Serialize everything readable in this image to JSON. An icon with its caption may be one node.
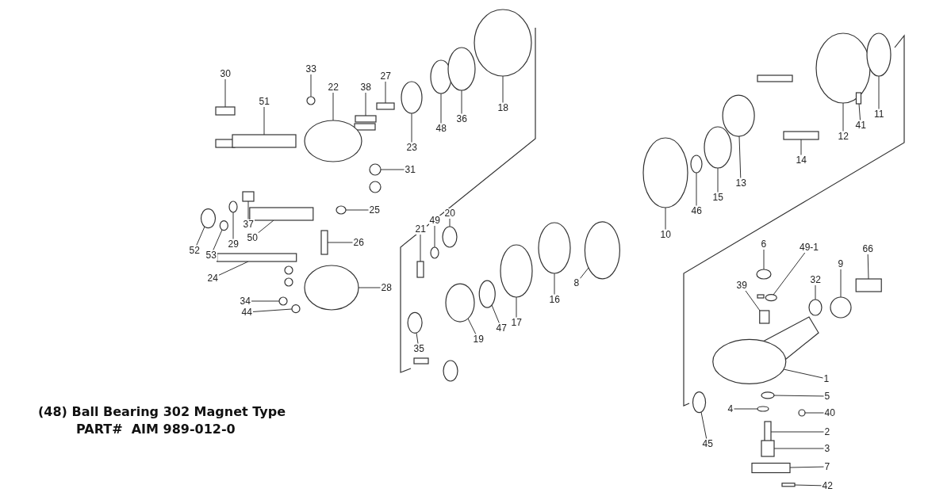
{
  "diagram": {
    "nodes": [
      {
        "text": [
          "30"
        ]
      },
      {
        "text": [
          "33"
        ]
      },
      {
        "text": [
          "22"
        ]
      },
      {
        "text": [
          "38"
        ]
      },
      {
        "text": [
          "27"
        ]
      },
      {
        "text": [
          "51"
        ]
      },
      {
        "text": [
          "23"
        ]
      },
      {
        "text": [
          "48"
        ]
      },
      {
        "text": [
          "36"
        ]
      },
      {
        "text": [
          "18"
        ]
      },
      {
        "text": [
          "31"
        ]
      },
      {
        "text": [
          "25"
        ]
      },
      {
        "text": [
          "26"
        ]
      },
      {
        "text": [
          "37"
        ]
      },
      {
        "text": [
          "50"
        ]
      },
      {
        "text": [
          "52"
        ]
      },
      {
        "text": [
          "53"
        ]
      },
      {
        "text": [
          "29"
        ]
      },
      {
        "text": [
          "24"
        ]
      },
      {
        "text": [
          "28"
        ]
      },
      {
        "text": [
          "34"
        ]
      },
      {
        "text": [
          "44"
        ]
      },
      {
        "text": [
          "21"
        ]
      },
      {
        "text": [
          "49"
        ]
      },
      {
        "text": [
          "20"
        ]
      },
      {
        "text": [
          "35"
        ]
      },
      {
        "text": [
          "19"
        ]
      },
      {
        "text": [
          "47"
        ]
      },
      {
        "text": [
          "17"
        ]
      },
      {
        "text": [
          "16"
        ]
      },
      {
        "text": [
          "8"
        ]
      },
      {
        "text": [
          "10"
        ]
      },
      {
        "text": [
          "46"
        ]
      },
      {
        "text": [
          "15"
        ]
      },
      {
        "text": [
          "13"
        ]
      },
      {
        "text": [
          "14"
        ]
      },
      {
        "text": [
          "12"
        ]
      },
      {
        "text": [
          "41"
        ]
      },
      {
        "text": [
          "11"
        ]
      },
      {
        "text": [
          "6"
        ]
      },
      {
        "text": [
          "49-1"
        ]
      },
      {
        "text": [
          "66"
        ]
      },
      {
        "text": [
          "39"
        ]
      },
      {
        "text": [
          "32"
        ]
      },
      {
        "text": [
          "9"
        ]
      },
      {
        "text": [
          "1"
        ]
      },
      {
        "text": [
          "5"
        ]
      },
      {
        "text": [
          "40"
        ]
      },
      {
        "text": [
          "4"
        ]
      },
      {
        "text": [
          "2"
        ]
      },
      {
        "text": [
          "45"
        ]
      },
      {
        "text": [
          "3"
        ]
      },
      {
        "text": [
          "7"
        ]
      },
      {
        "text": [
          "42"
        ]
      },
      {
        "text": [],
        "shape": "box"
      },
      {
        "text": [],
        "shape": "circle"
      },
      {
        "text": [],
        "shape": "circle"
      },
      {
        "text": [],
        "shape": "box"
      },
      {
        "text": [],
        "shape": "box"
      },
      {
        "text": [],
        "shape": "box"
      },
      {
        "text": [],
        "shape": "circle"
      },
      {
        "text": [],
        "shape": "circle"
      },
      {
        "text": [],
        "shape": "circle"
      },
      {
        "text": [],
        "shape": "circle"
      },
      {
        "text": [],
        "shape": "circle"
      },
      {
        "text": [],
        "shape": "circle"
      },
      {
        "text": [],
        "shape": "box"
      },
      {
        "text": [],
        "shape": "box"
      },
      {
        "text": [],
        "shape": "box"
      },
      {
        "text": [],
        "shape": "circle"
      },
      {
        "text": [],
        "shape": "circle"
      },
      {
        "text": [],
        "shape": "circle"
      },
      {
        "text": [],
        "shape": "box"
      },
      {
        "text": [],
        "shape": "circle"
      },
      {
        "text": [],
        "shape": "circle"
      },
      {
        "text": [],
        "shape": "circle"
      },
      {
        "text": [],
        "shape": "box"
      },
      {
        "text": [],
        "shape": "circle"
      },
      {
        "text": [],
        "shape": "circle"
      },
      {
        "text": [],
        "shape": "circle"
      },
      {
        "text": [],
        "shape": "circle"
      },
      {
        "text": [],
        "shape": "circle"
      },
      {
        "text": [],
        "shape": "circle"
      },
      {
        "text": [],
        "shape": "circle"
      },
      {
        "text": [],
        "shape": "circle"
      },
      {
        "text": [],
        "shape": "circle"
      },
      {
        "text": [],
        "shape": "circle"
      },
      {
        "text": [],
        "shape": "circle"
      },
      {
        "text": [],
        "shape": "circle"
      },
      {
        "text": [],
        "shape": "box"
      },
      {
        "text": [],
        "shape": "circle"
      },
      {
        "text": [],
        "shape": "box"
      },
      {
        "text": [],
        "shape": "circle"
      },
      {
        "text": [],
        "shape": "circle"
      },
      {
        "text": [],
        "shape": "circle"
      },
      {
        "text": [],
        "shape": "box"
      },
      {
        "text": [],
        "shape": "box"
      },
      {
        "text": [],
        "shape": "circle"
      },
      {
        "text": [],
        "shape": "circle"
      },
      {
        "text": [],
        "shape": "circle"
      },
      {
        "text": [],
        "shape": "circle"
      },
      {
        "text": [],
        "shape": "circle"
      },
      {
        "text": [],
        "shape": "circle"
      },
      {
        "text": [],
        "shape": "box"
      },
      {
        "text": [],
        "shape": "circle"
      },
      {
        "text": [],
        "shape": "box"
      },
      {
        "text": [],
        "shape": "box"
      },
      {
        "text": [],
        "shape": "box"
      }
    ],
    "edges": [
      {
        "from": 0,
        "to": 54,
        "arrow": "none"
      },
      {
        "from": 1,
        "to": 55,
        "arrow": "none"
      },
      {
        "from": 2,
        "to": 56,
        "arrow": "none"
      },
      {
        "from": 3,
        "to": 57,
        "arrow": "none"
      },
      {
        "from": 4,
        "to": 58,
        "arrow": "none"
      },
      {
        "from": 5,
        "to": 59,
        "arrow": "none"
      },
      {
        "from": 6,
        "to": 60,
        "arrow": "none"
      },
      {
        "from": 7,
        "to": 61,
        "arrow": "none"
      },
      {
        "from": 8,
        "to": 62,
        "arrow": "none"
      },
      {
        "from": 9,
        "to": 63,
        "arrow": "none"
      },
      {
        "from": 10,
        "to": 64,
        "arrow": "none"
      },
      {
        "from": 11,
        "to": 65,
        "arrow": "none"
      },
      {
        "from": 12,
        "to": 66,
        "arrow": "none"
      },
      {
        "from": 13,
        "to": 67,
        "arrow": "none"
      },
      {
        "from": 14,
        "to": 68,
        "arrow": "none"
      },
      {
        "from": 15,
        "to": 69,
        "arrow": "none"
      },
      {
        "from": 16,
        "to": 70,
        "arrow": "none"
      },
      {
        "from": 17,
        "to": 71,
        "arrow": "none"
      },
      {
        "from": 18,
        "to": 72,
        "arrow": "none"
      },
      {
        "from": 19,
        "to": 73,
        "arrow": "none"
      },
      {
        "from": 20,
        "to": 74,
        "arrow": "none"
      },
      {
        "from": 21,
        "to": 75,
        "arrow": "none"
      },
      {
        "from": 22,
        "to": 76,
        "arrow": "none"
      },
      {
        "from": 23,
        "to": 77,
        "arrow": "none"
      },
      {
        "from": 24,
        "to": 78,
        "arrow": "none"
      },
      {
        "from": 25,
        "to": 79,
        "arrow": "none"
      },
      {
        "from": 26,
        "to": 80,
        "arrow": "none"
      },
      {
        "from": 27,
        "to": 81,
        "arrow": "none"
      },
      {
        "from": 28,
        "to": 82,
        "arrow": "none"
      },
      {
        "from": 29,
        "to": 83,
        "arrow": "none"
      },
      {
        "from": 30,
        "to": 84,
        "arrow": "none"
      },
      {
        "from": 31,
        "to": 85,
        "arrow": "none"
      },
      {
        "from": 32,
        "to": 86,
        "arrow": "none"
      },
      {
        "from": 33,
        "to": 87,
        "arrow": "none"
      },
      {
        "from": 34,
        "to": 88,
        "arrow": "none"
      },
      {
        "from": 35,
        "to": 89,
        "arrow": "none"
      },
      {
        "from": 36,
        "to": 90,
        "arrow": "none"
      },
      {
        "from": 37,
        "to": 91,
        "arrow": "none"
      },
      {
        "from": 38,
        "to": 92,
        "arrow": "none"
      },
      {
        "from": 39,
        "to": 93,
        "arrow": "none"
      },
      {
        "from": 40,
        "to": 94,
        "arrow": "none"
      },
      {
        "from": 41,
        "to": 95,
        "arrow": "none"
      },
      {
        "from": 42,
        "to": 96,
        "arrow": "none"
      },
      {
        "from": 43,
        "to": 97,
        "arrow": "none"
      },
      {
        "from": 44,
        "to": 98,
        "arrow": "none"
      },
      {
        "from": 45,
        "to": 99,
        "arrow": "none"
      },
      {
        "from": 46,
        "to": 100,
        "arrow": "none"
      },
      {
        "from": 47,
        "to": 101,
        "arrow": "none"
      },
      {
        "from": 48,
        "to": 102,
        "arrow": "none"
      },
      {
        "from": 49,
        "to": 103,
        "arrow": "none"
      },
      {
        "from": 50,
        "to": 104,
        "arrow": "none"
      },
      {
        "from": 51,
        "to": 105,
        "arrow": "none"
      },
      {
        "from": 52,
        "to": 106,
        "arrow": "none"
      },
      {
        "from": 53,
        "to": 107,
        "arrow": "none"
      }
    ],
    "labels": [
      "(48) Ball Bearing 302 Magnet Type",
      "PART#  AIM 989-012-0"
    ]
  }
}
